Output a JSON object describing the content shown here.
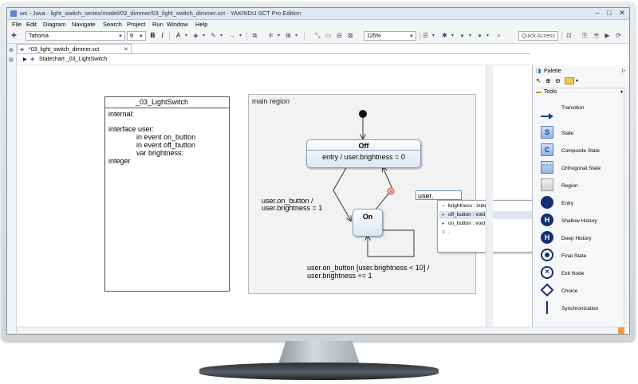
{
  "window": {
    "title": "ws - Java - light_switch_series/model/03_dimmer/03_light_switch_dimmer.sct - YAKINDU SCT Pro Edition",
    "controls": [
      "–",
      "□",
      "✕"
    ]
  },
  "menu": [
    "File",
    "Edit",
    "Diagram",
    "Navigate",
    "Search",
    "Project",
    "Run",
    "Window",
    "Help"
  ],
  "toolbar": {
    "font": "Tahoma",
    "font_size": "9",
    "bold": "B",
    "italic": "I",
    "text_color": "A",
    "zoom": "125%",
    "quick_access": "Quick Access"
  },
  "editor": {
    "tab": "*03_light_switch_dimmer.sct",
    "breadcrumb": "Statechart _03_LightSwitch"
  },
  "definition": {
    "name": "_03_LightSwitch",
    "lines": [
      "internal:",
      "",
      "interface user:",
      "              in event on_button",
      "              in event off_button",
      "              var brightness:",
      "integer"
    ]
  },
  "region": {
    "name": "main region",
    "state_off": {
      "name": "Off",
      "behavior": "entry / user.brightness = 0"
    },
    "state_on": {
      "name": "On"
    },
    "transition_1": [
      "user.on_button /",
      "user.brightness = 1"
    ],
    "transition_2": [
      "user.on_button [user.brightness < 10] /",
      "user.brightness += 1"
    ],
    "edit_text": "user."
  },
  "content_assist": [
    {
      "icon": "var-icon",
      "text": "brightness : integer",
      "selected": false
    },
    {
      "icon": "event-icon",
      "text": "off_button : void",
      "selected": true
    },
    {
      "icon": "event-icon",
      "text": "on_button : void",
      "selected": false
    },
    {
      "icon": "misc-icon",
      "text": ".",
      "selected": false
    }
  ],
  "palette": {
    "title": "Palette",
    "tools_header": "Tools",
    "tools": [
      {
        "icon": "transition-icon",
        "label": "Transition"
      },
      {
        "icon": "state-icon",
        "label": "State",
        "glyph": "S"
      },
      {
        "icon": "composite-state-icon",
        "label": "Composite State",
        "glyph": "C"
      },
      {
        "icon": "orthogonal-state-icon",
        "label": "Orthogonal State"
      },
      {
        "icon": "region-icon",
        "label": "Region"
      },
      {
        "icon": "entry-icon",
        "label": "Entry"
      },
      {
        "icon": "shallow-history-icon",
        "label": "Shallow History",
        "glyph": "H"
      },
      {
        "icon": "deep-history-icon",
        "label": "Deep History",
        "glyph": "H"
      },
      {
        "icon": "final-state-icon",
        "label": "Final State"
      },
      {
        "icon": "exit-node-icon",
        "label": "Exit Node"
      },
      {
        "icon": "choice-icon",
        "label": "Choice"
      },
      {
        "icon": "synchronization-icon",
        "label": "Synchronization"
      }
    ]
  }
}
